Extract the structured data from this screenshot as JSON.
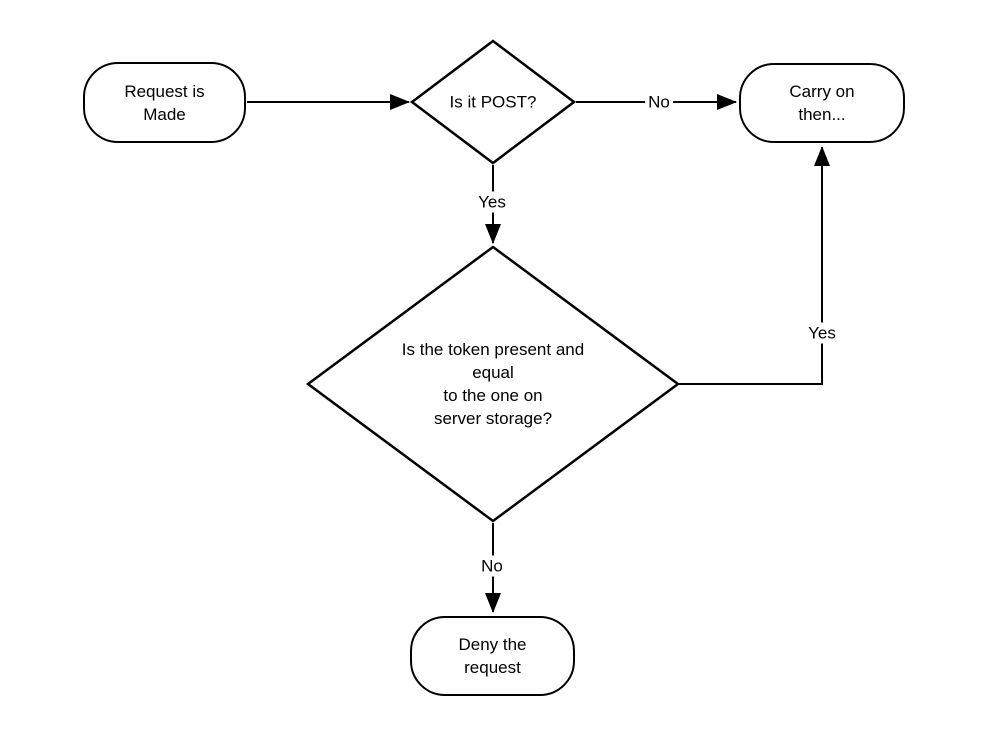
{
  "diagram": {
    "background_color": "#ffffff",
    "stroke_color": "#000000",
    "nodes": {
      "start": {
        "type": "terminator",
        "label": "Request is\nMade"
      },
      "is_post": {
        "type": "decision",
        "label": "Is it POST?"
      },
      "carry_on": {
        "type": "terminator",
        "label": "Carry on\nthen..."
      },
      "token_check": {
        "type": "decision",
        "label": "Is the token present and\nequal\nto the one on\nserver storage?"
      },
      "deny": {
        "type": "terminator",
        "label": "Deny the\nrequest"
      }
    },
    "edge_labels": {
      "is_post_no": "No",
      "is_post_yes": "Yes",
      "token_check_yes": "Yes",
      "token_check_no": "No"
    }
  }
}
